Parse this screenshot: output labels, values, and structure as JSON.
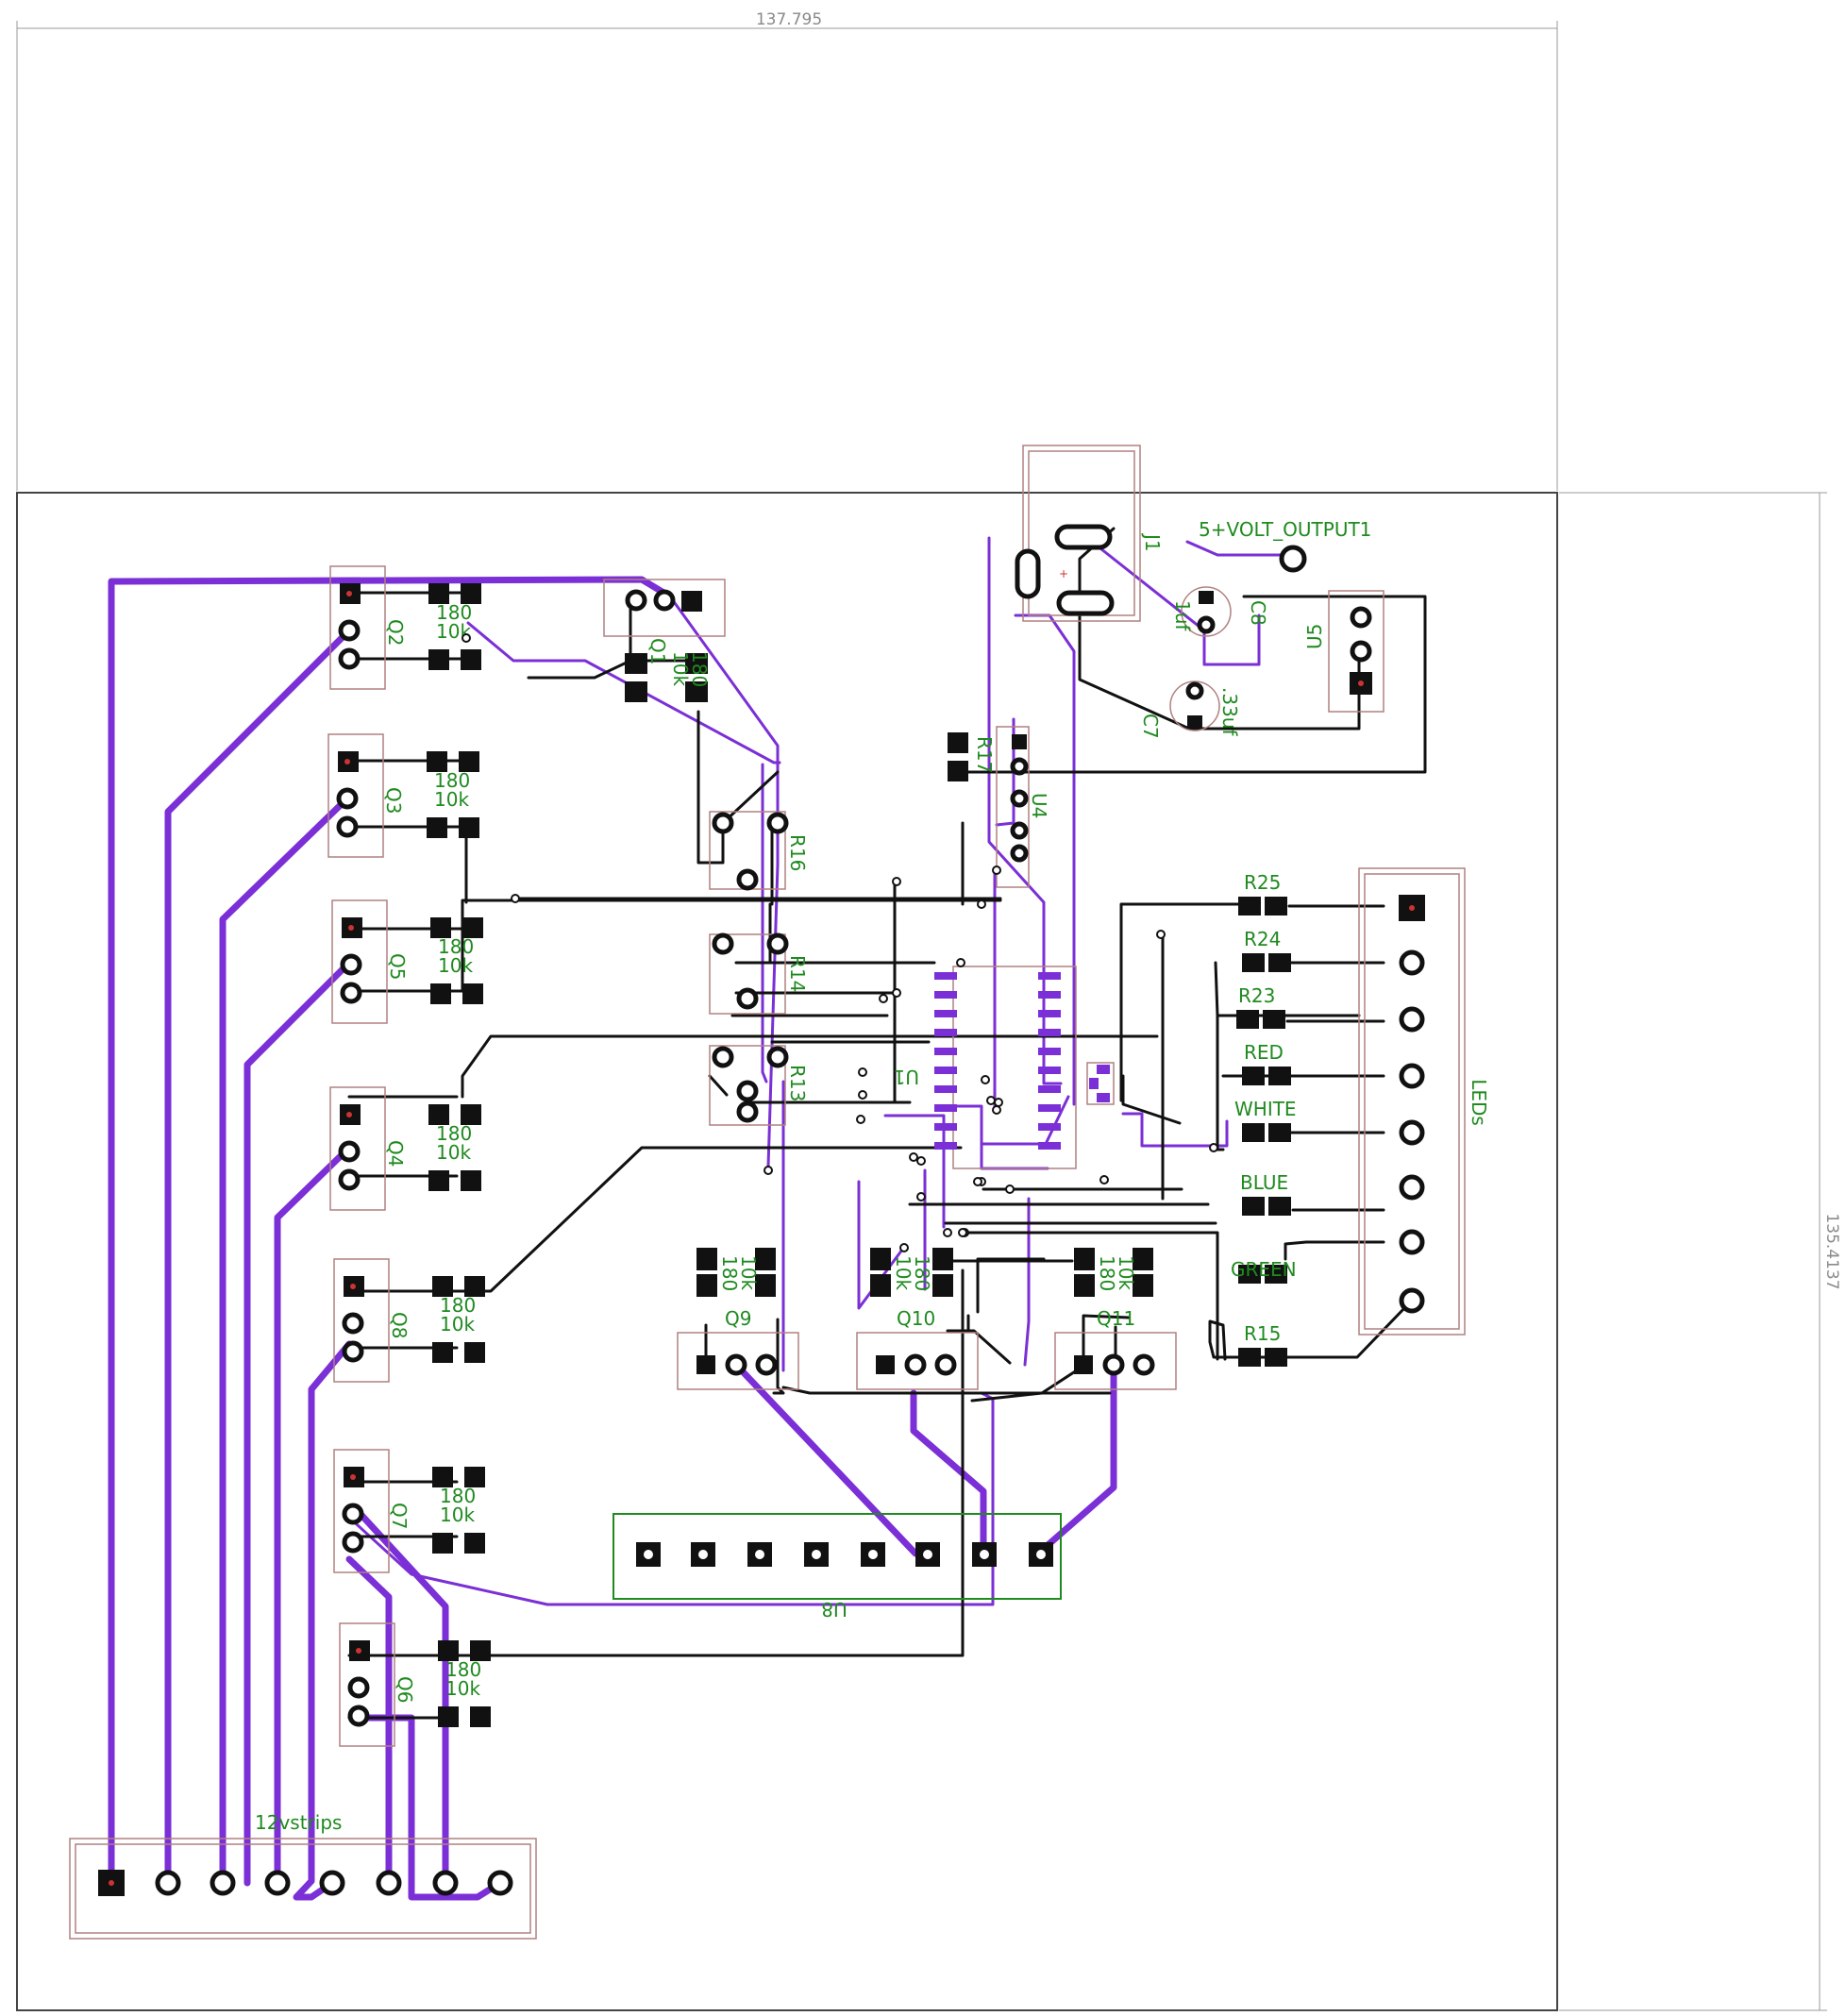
{
  "dimensions": {
    "width_label": "137.795",
    "height_label": "135.4137"
  },
  "connectors": {
    "strips": "12vstrips",
    "leds": "LEDs",
    "u8": "U8",
    "output": "5+VOLT_OUTPUT1",
    "jack": "J1"
  },
  "transistors": [
    "Q2",
    "Q3",
    "Q5",
    "Q4",
    "Q8",
    "Q7",
    "Q6",
    "Q1",
    "Q9",
    "Q10",
    "Q11"
  ],
  "resistor_values": {
    "base": "10k",
    "gate": "180"
  },
  "resistors": [
    "R16",
    "R14",
    "R13",
    "R17",
    "R25",
    "R24",
    "R23",
    "R15"
  ],
  "led_resistors": [
    "RED",
    "WHITE",
    "BLUE",
    "GREEN"
  ],
  "ics": [
    "U4",
    "U5",
    "U1"
  ],
  "capacitors": {
    "c7": "C7",
    "c7_value": ".33uf",
    "c8": "C8",
    "c8_value": "1uf"
  },
  "colors": {
    "top_copper": "#7b2fd6",
    "bottom_copper": "#111111",
    "silkscreen": "#1f8a1f",
    "outline": "#b08080"
  }
}
